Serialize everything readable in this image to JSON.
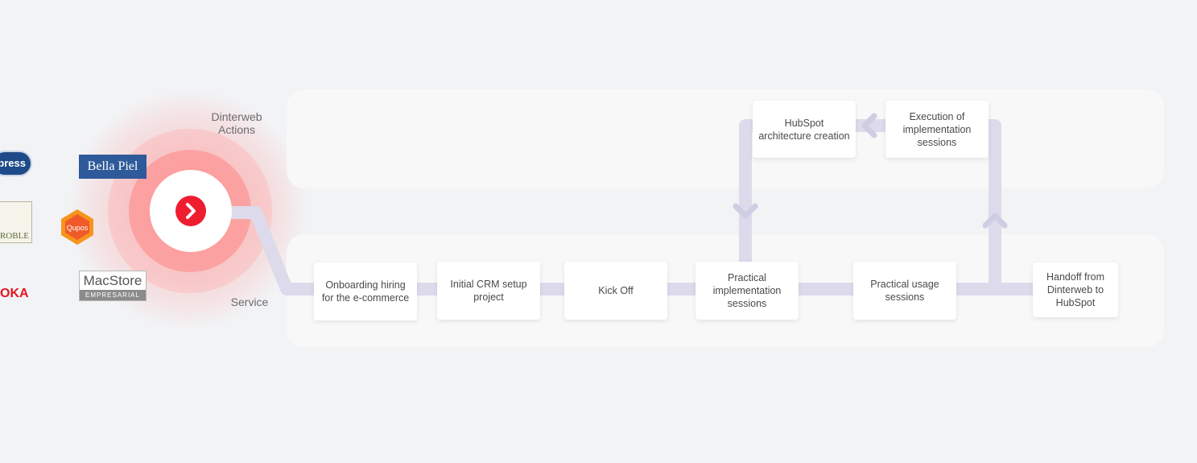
{
  "lanes": {
    "actions_label": "Dinterweb Actions",
    "service_label": "Service"
  },
  "logos": {
    "express": "press",
    "bellapiel": "Bella Piel",
    "grupo_roble": "ROBLE",
    "qupos": "Qupos",
    "oka": "OKA",
    "macstore_name": "MacStore",
    "macstore_sub": "EMPRESARIAL"
  },
  "steps": {
    "onboarding": "Onboarding hiring for the e-commerce",
    "initial_crm": "Initial CRM setup project",
    "kickoff": "Kick Off",
    "practical_impl": "Practical implementation sessions",
    "practical_usage": "Practical usage sessions",
    "handoff": "Handoff from Dinterweb to HubSpot",
    "hubspot_arch": "HubSpot architecture creation",
    "execution": "Execution of implementation sessions"
  },
  "colors": {
    "connector": "#dddbeb",
    "accent": "#ee1d2f",
    "lane": "#f8f8f9",
    "background": "#f2f3f5"
  },
  "icons": {
    "core": "chevron-right-icon",
    "arrow_down": "chevron-down-icon",
    "arrow_up": "chevron-up-icon",
    "arrow_left": "chevron-left-icon"
  }
}
